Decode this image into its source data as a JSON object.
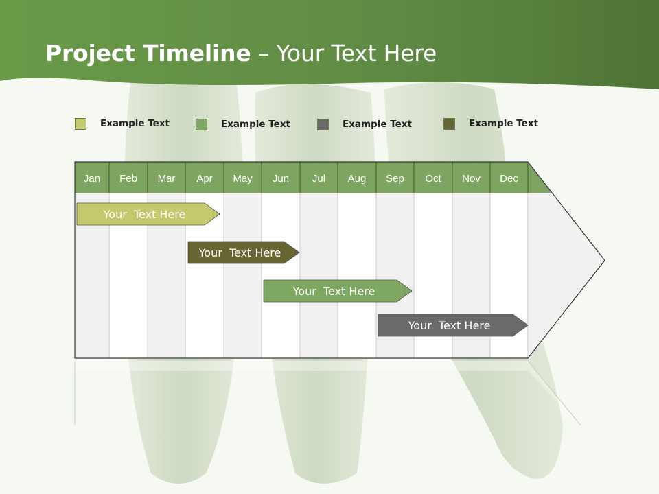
{
  "slide": {
    "title_bold": "Project Timeline",
    "title_rest": " – Your Text Here"
  },
  "colors": {
    "header_green": "#6f9a4e",
    "month_header": "#7da460",
    "legend_1": "#c5c96d",
    "legend_2": "#7ea862",
    "legend_3": "#6a6a6a",
    "legend_4": "#666633"
  },
  "legend": [
    {
      "label": "Example Text",
      "color": "#c5c96d"
    },
    {
      "label": "Example Text",
      "color": "#7ea862"
    },
    {
      "label": "Example Text",
      "color": "#6a6a6a"
    },
    {
      "label": "Example Text",
      "color": "#666633"
    }
  ],
  "months": [
    "Jan",
    "Feb",
    "Mar",
    "Apr",
    "May",
    "Jun",
    "Jul",
    "Aug",
    "Sep",
    "Oct",
    "Nov",
    "Dec"
  ],
  "tasks": [
    {
      "label": "Your  Text Here",
      "color": "#c5c96d",
      "text_color": "#ffffff"
    },
    {
      "label": "Your  Text Here",
      "color": "#666633",
      "text_color": "#ffffff"
    },
    {
      "label": "Your  Text Here",
      "color": "#7ea862",
      "text_color": "#ffffff"
    },
    {
      "label": "Your  Text Here",
      "color": "#6a6a6a",
      "text_color": "#ffffff"
    }
  ]
}
